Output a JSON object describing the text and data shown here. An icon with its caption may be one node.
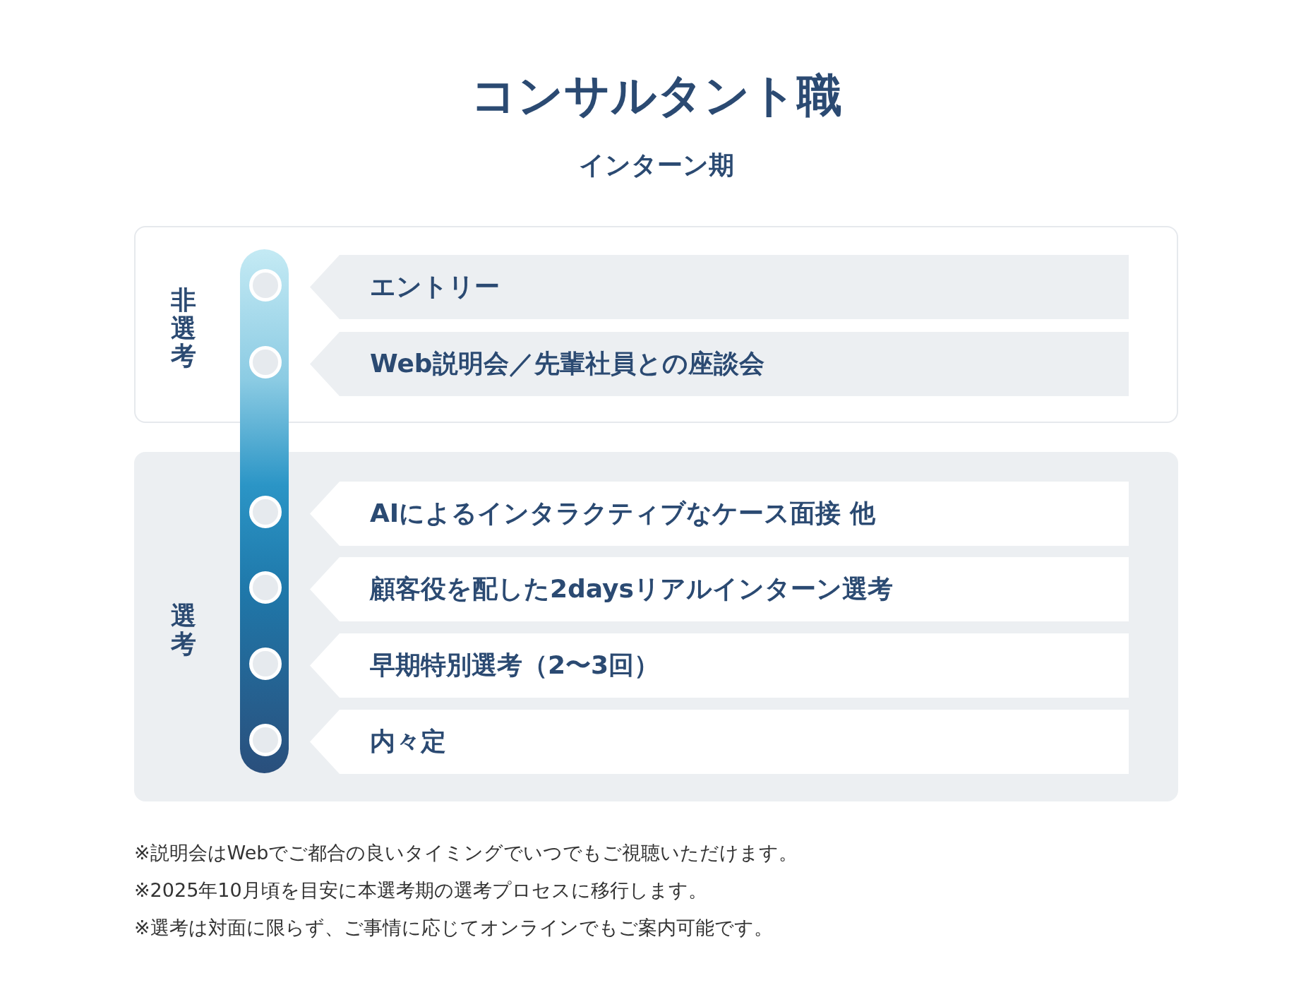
{
  "diagram": {
    "title": "コンサルタント職",
    "nodes": [
      {
        "text": [
          "非選考"
        ]
      },
      {
        "text": [
          "エントリー"
        ],
        "in": 0
      },
      {
        "text": [
          "Web説明会／先輩社員との座談会"
        ],
        "in": 0
      },
      {
        "text": [
          "選考"
        ]
      },
      {
        "text": [
          "AIによるインタラクティブなケース面接 他"
        ],
        "in": 3
      },
      {
        "text": [
          "顧客役を配した2daysリアルインターン選考"
        ],
        "in": 3
      },
      {
        "text": [
          "早期特別選考（2〜3回）"
        ],
        "in": 3
      },
      {
        "text": [
          "内々定"
        ],
        "in": 3
      }
    ],
    "labels": [
      "インターン期",
      "※説明会はWebでご都合の良いタイミングでいつでもご視聴いただけます。",
      "※2025年10月頃を目安に本選考期の選考プロセスに移行します。",
      "※選考は対面に限らず、ご事情に応じてオンラインでもご案内可能です。"
    ]
  }
}
